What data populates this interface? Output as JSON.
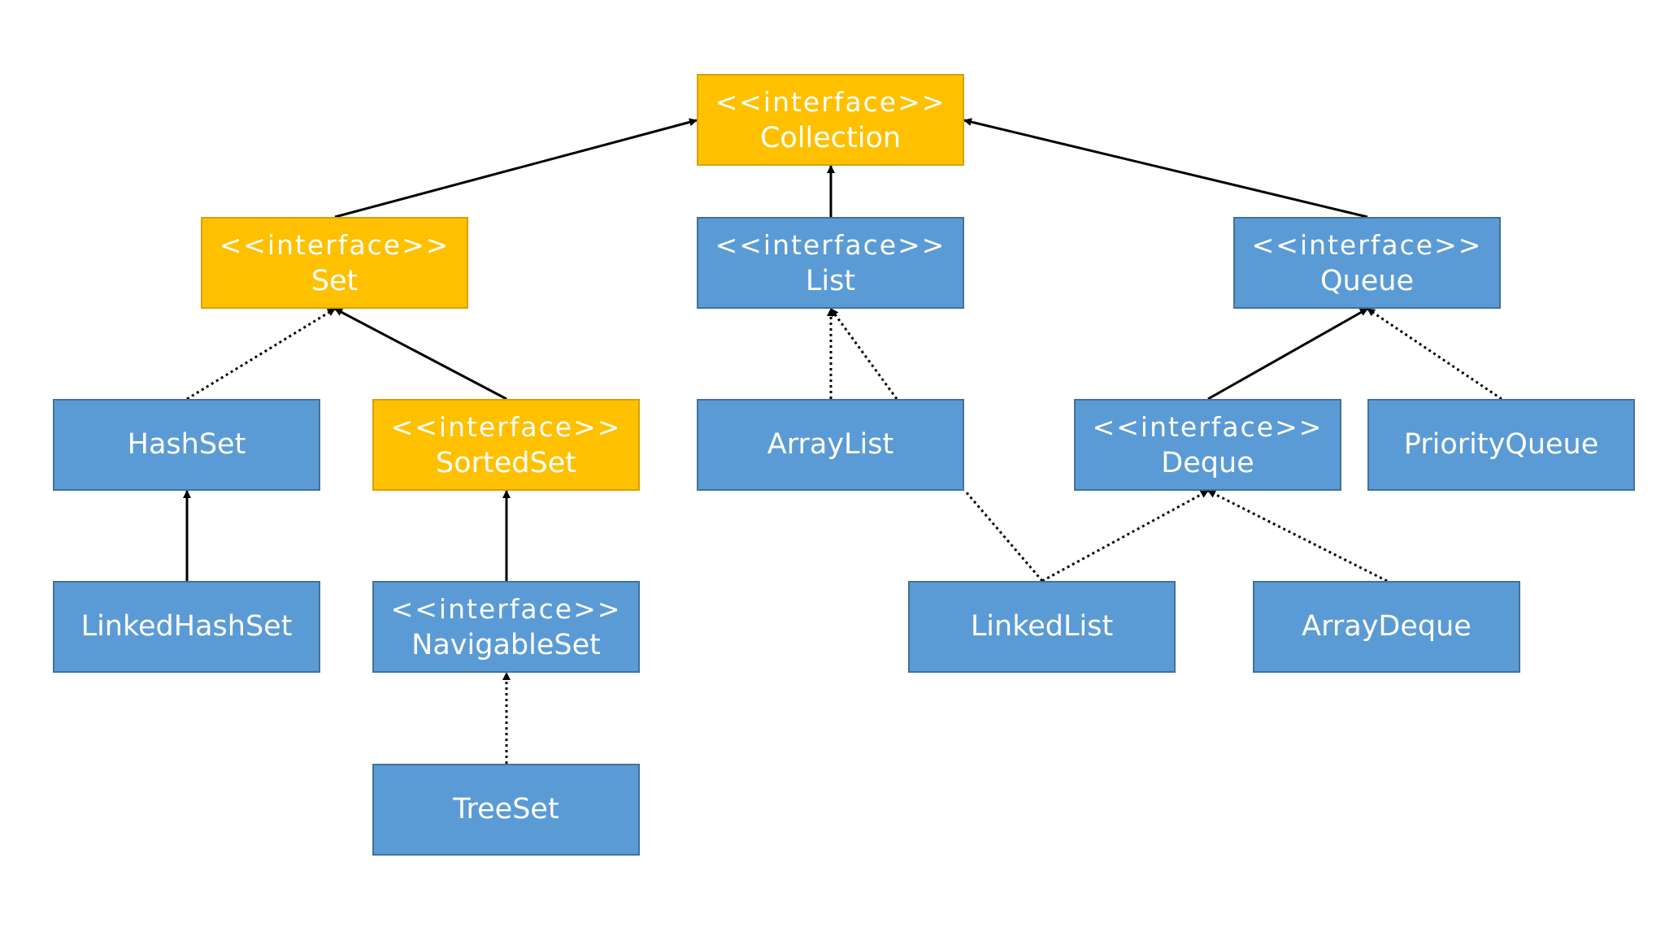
{
  "colors": {
    "interface_fill": "#ffc000",
    "class_fill": "#5b9bd5",
    "text": "#ffffff",
    "edge": "#000000"
  },
  "nodes": {
    "collection": {
      "stereotype": "<<interface>>",
      "name": "Collection"
    },
    "set": {
      "stereotype": "<<interface>>",
      "name": "Set"
    },
    "list": {
      "stereotype": "<<interface>>",
      "name": "List"
    },
    "queue": {
      "stereotype": "<<interface>>",
      "name": "Queue"
    },
    "hashset": {
      "name": "HashSet"
    },
    "sortedset": {
      "stereotype": "<<interface>>",
      "name": "SortedSet"
    },
    "arraylist": {
      "name": "ArrayList"
    },
    "deque": {
      "stereotype": "<<interface>>",
      "name": "Deque"
    },
    "priorityqueue": {
      "name": "PriorityQueue"
    },
    "linkedhashset": {
      "name": "LinkedHashSet"
    },
    "navigableset": {
      "stereotype": "<<interface>>",
      "name": "NavigableSet"
    },
    "linkedlist": {
      "name": "LinkedList"
    },
    "arraydeque": {
      "name": "ArrayDeque"
    },
    "treeset": {
      "name": "TreeSet"
    }
  },
  "edges": [
    {
      "from": "set",
      "to": "collection",
      "style": "solid"
    },
    {
      "from": "list",
      "to": "collection",
      "style": "solid"
    },
    {
      "from": "queue",
      "to": "collection",
      "style": "solid"
    },
    {
      "from": "hashset",
      "to": "set",
      "style": "dotted"
    },
    {
      "from": "sortedset",
      "to": "set",
      "style": "solid"
    },
    {
      "from": "arraylist",
      "to": "list",
      "style": "dotted"
    },
    {
      "from": "linkedlist",
      "to": "list",
      "style": "dotted"
    },
    {
      "from": "deque",
      "to": "queue",
      "style": "solid"
    },
    {
      "from": "priorityqueue",
      "to": "queue",
      "style": "dotted"
    },
    {
      "from": "linkedhashset",
      "to": "hashset",
      "style": "solid"
    },
    {
      "from": "navigableset",
      "to": "sortedset",
      "style": "solid"
    },
    {
      "from": "treeset",
      "to": "navigableset",
      "style": "dotted"
    },
    {
      "from": "linkedlist",
      "to": "deque",
      "style": "dotted"
    },
    {
      "from": "arraydeque",
      "to": "deque",
      "style": "dotted"
    }
  ]
}
